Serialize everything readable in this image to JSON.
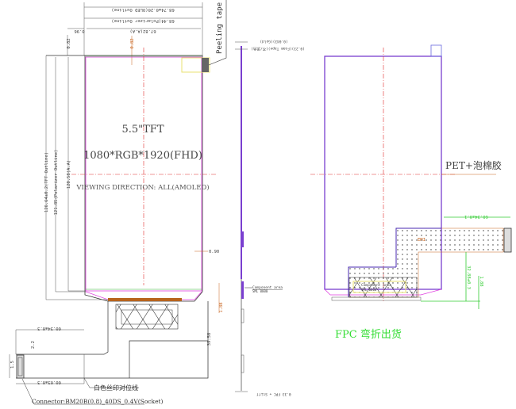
{
  "colors": {
    "outline": "#333333",
    "panel": "#e040e0",
    "purple": "#7a3fd0",
    "center": "#e03030",
    "green": "#33cc33",
    "orange": "#c8641e",
    "yellow": "#e8e070"
  },
  "front_view": {
    "dim_oled_width": "68.74±0.20(OLED Outline)",
    "dim_polarizer_width": "68.44(Polarizer Outline)",
    "dim_aa_width": "67.82(A.A)",
    "dim_left_offset": "0.96",
    "dim_top_offset": "0.82",
    "dim_top_offset_aa": "0.82",
    "peeling_tape": "Peeling tape",
    "size_label": "5.5\"TFT",
    "resolution_label": "1080*RGB*1920(FHD)",
    "viewing_direction": "VIEWING DIRECTION: ALL(AMOLED)",
    "dim_tft_height": "126.64±0.2(TFT Outline)",
    "dim_polarizer_height": "121.85(Polarizer Outline)",
    "dim_aa_height": "120.58(A.A)",
    "dim_right_offset": "0.90",
    "dim_bottom_gap": "1.88",
    "dim_fpc_length": "39.58",
    "dim_connector_x_top": "60.34±0.3",
    "dim_connector_x_bottom": "60.03±0.3",
    "dim_connector_w": "2.2",
    "dim_connector_h": "1.5",
    "silk_alignment": "白色丝印对位线",
    "connector": "Connector:BM20B(0.8)_40DS_0.4V(Socket)"
  },
  "side_view": {
    "gold": "(0.043)(Gold)",
    "foam": "(0.23)(Foam Tape)(不/黑色)",
    "component_area": "Component area",
    "component_code": "SML 0000",
    "fpc_stiff": "0.33 FPC + Stiff"
  },
  "back_view": {
    "pet_foam": "PET+泡棉胶",
    "emi": "EMI",
    "component_area": "Component area",
    "component_code": "SML 0000",
    "dim_fpc_width": "60.34±0.1",
    "dim_fpc_height": "32.88±0.3",
    "dim_bend": "1.88",
    "fpc_bent": "FPC 弯折出货"
  }
}
